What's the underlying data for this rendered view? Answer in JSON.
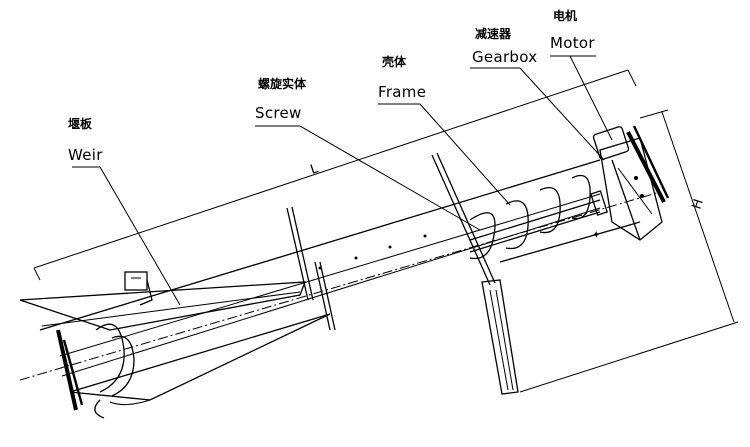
{
  "labels": {
    "weir": {
      "zh": "堰板",
      "en": "Weir"
    },
    "screw": {
      "zh": "螺旋实体",
      "en": "Screw"
    },
    "frame": {
      "zh": "壳体",
      "en": "Frame"
    },
    "gearbox": {
      "zh": "减速器",
      "en": "Gearbox"
    },
    "motor": {
      "zh": "电机",
      "en": "Motor"
    }
  },
  "dimensions": {
    "length": "L",
    "height": "H"
  }
}
